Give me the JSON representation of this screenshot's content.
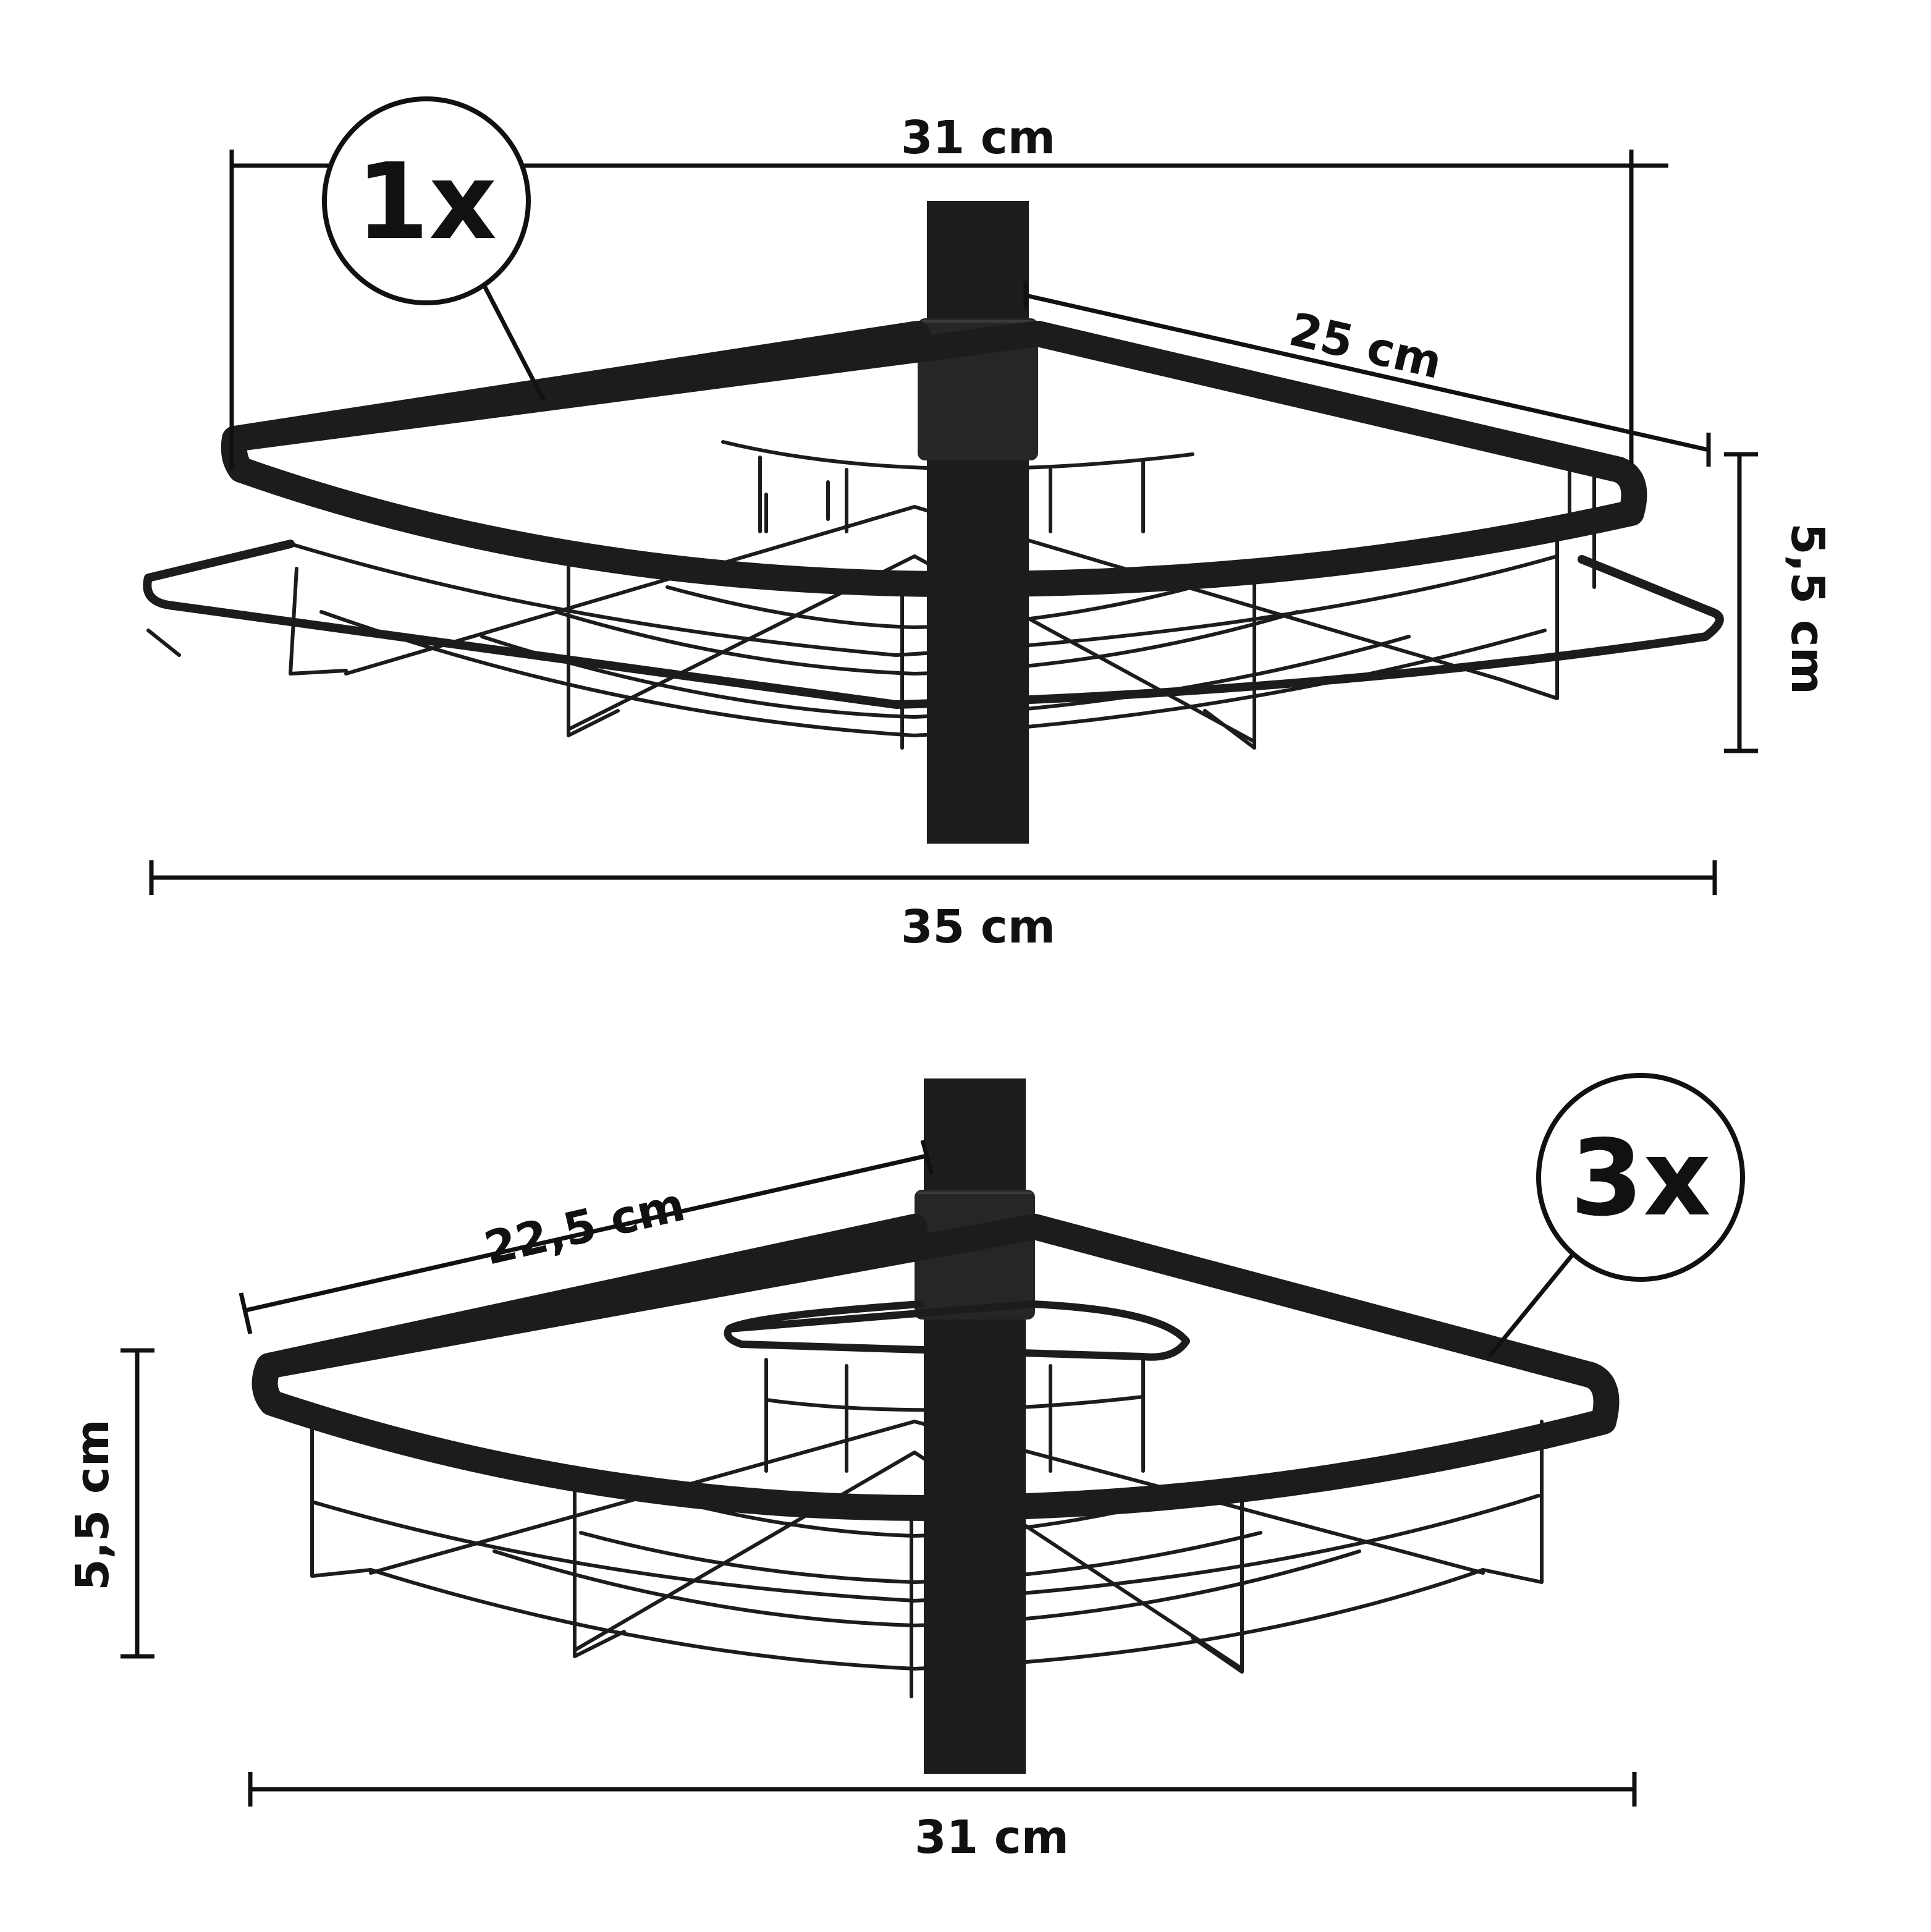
{
  "top_shelf": {
    "quantity_label": "1x",
    "width_top_label": "31 cm",
    "side_length_label": "25 cm",
    "height_label": "5,5 cm",
    "width_bottom_label": "35 cm"
  },
  "bottom_shelf": {
    "quantity_label": "3x",
    "side_length_label": "22,5 cm",
    "height_label": "5,5 cm",
    "width_bottom_label": "31 cm"
  },
  "colors": {
    "product": "#1c1c1c",
    "lines": "#111111",
    "background": "#ffffff"
  }
}
